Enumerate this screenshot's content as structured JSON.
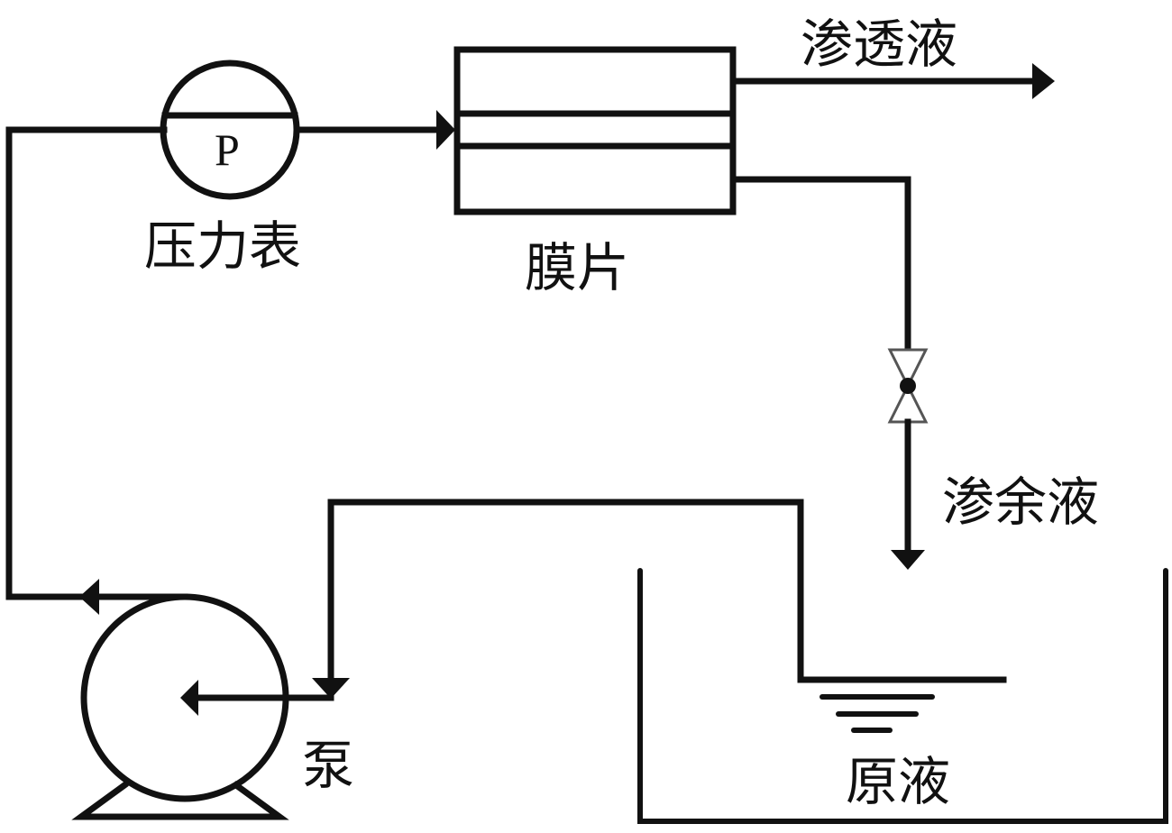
{
  "diagram": {
    "type": "membrane filtration flow schematic",
    "labels": {
      "pressure_gauge": "压力表",
      "pressure_symbol": "P",
      "membrane": "膜片",
      "permeate": "渗透液",
      "retentate": "渗余液",
      "pump": "泵",
      "feed": "原液"
    },
    "components": [
      {
        "id": "pump",
        "label": "泵"
      },
      {
        "id": "pressure_gauge",
        "label": "压力表"
      },
      {
        "id": "membrane",
        "label": "膜片"
      },
      {
        "id": "valve",
        "label": ""
      },
      {
        "id": "feed_tank",
        "label": "原液"
      }
    ],
    "flows": [
      {
        "from": "feed_tank",
        "to": "pump"
      },
      {
        "from": "pump",
        "to": "pressure_gauge"
      },
      {
        "from": "pressure_gauge",
        "to": "membrane"
      },
      {
        "from": "membrane",
        "to": "permeate_out",
        "label": "渗透液"
      },
      {
        "from": "membrane",
        "to": "valve"
      },
      {
        "from": "valve",
        "to": "feed_tank",
        "label": "渗余液"
      }
    ]
  }
}
